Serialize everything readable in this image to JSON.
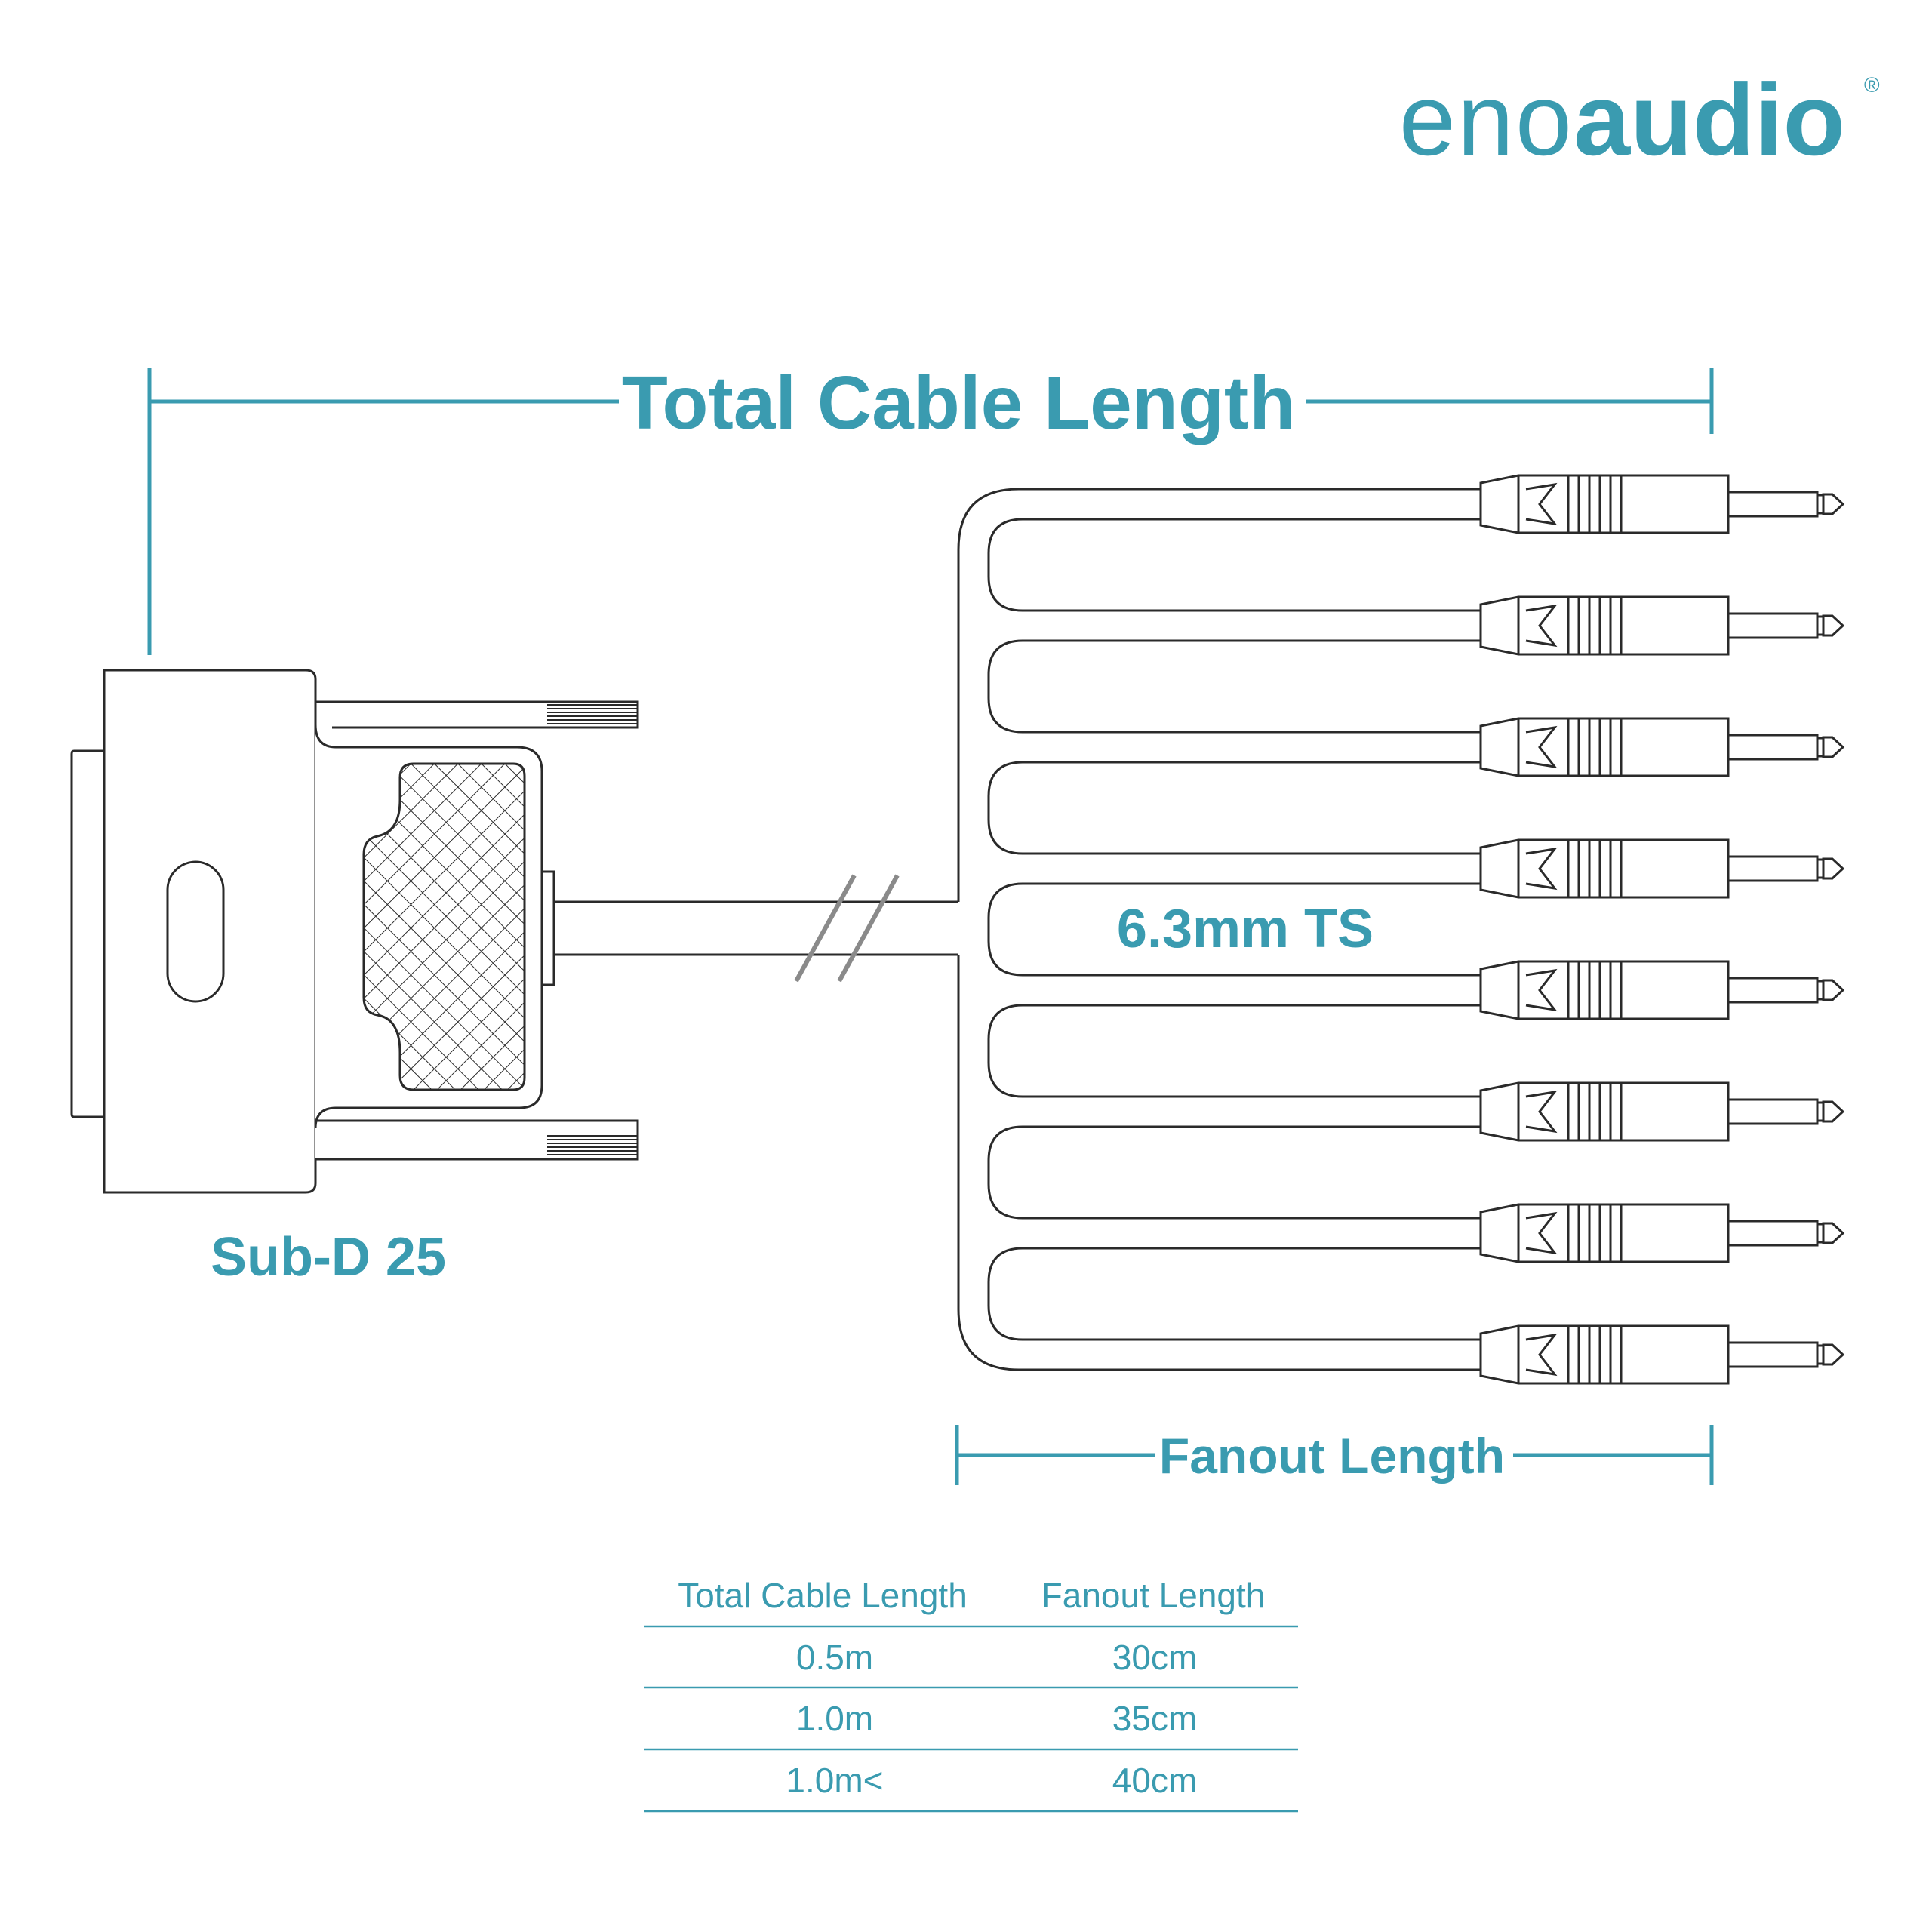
{
  "brand": {
    "name_light": "eno",
    "name_bold": "audio",
    "registered_mark": "®",
    "color": "#3a9bb0"
  },
  "diagram": {
    "total_cable_length_label": "Total Cable Length",
    "fanout_length_label": "Fanout Length",
    "connector_left_label": "Sub-D 25",
    "connector_right_label": "6.3mm TS",
    "line_color": "#2a2a2a",
    "accent_color": "#3a9bb0",
    "break_mark_color": "#8a8a8a",
    "plug_count": 8
  },
  "table": {
    "headers": [
      "Total Cable Length",
      "Fanout Length"
    ],
    "rows": [
      [
        "0.5m",
        "30cm"
      ],
      [
        "1.0m",
        "35cm"
      ],
      [
        "1.0m<",
        "40cm"
      ]
    ]
  }
}
